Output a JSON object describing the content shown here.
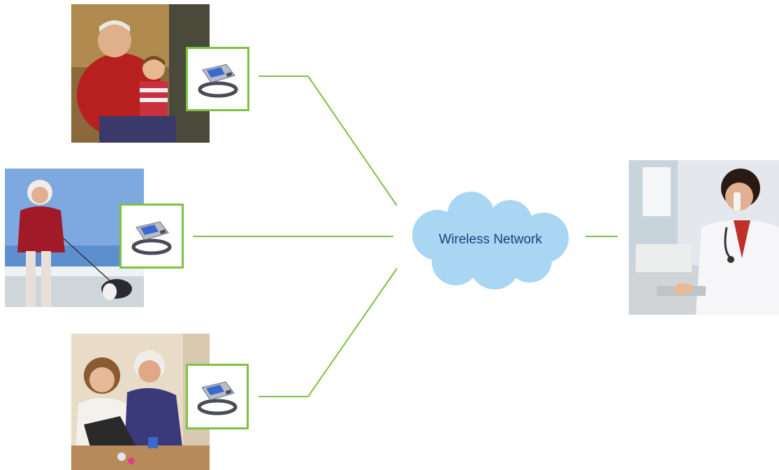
{
  "network": {
    "label": "Wireless Network",
    "line_color": "#7dc243",
    "cloud_color": "#a9d6f2",
    "label_color": "#1f3f7a"
  },
  "patients": [
    {
      "scene": "grandfather-with-child-photo",
      "device": "wrist-blood-pressure-monitor-icon"
    },
    {
      "scene": "woman-walking-dog-on-beach-photo",
      "device": "wrist-blood-pressure-monitor-icon"
    },
    {
      "scene": "couple-at-laptop-photo",
      "device": "wrist-blood-pressure-monitor-icon"
    }
  ],
  "clinician": {
    "scene": "doctor-on-phone-at-computer-photo"
  }
}
